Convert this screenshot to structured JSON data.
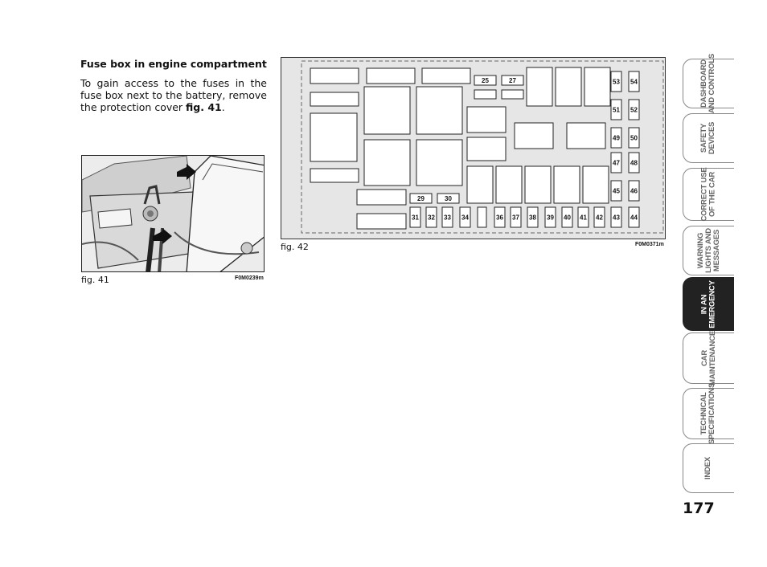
{
  "section": {
    "heading": "Fuse box in engine compartment",
    "text_before": "To gain access to the fuses in the fuse box next to the battery, remove the protection cover ",
    "text_ref": "fig. 41",
    "text_after": "."
  },
  "figure41": {
    "label": "fig. 41",
    "code": "F0M0239m"
  },
  "figure42": {
    "label": "fig. 42",
    "code": "F0M0371m",
    "fuse_numbers": {
      "top_pair": [
        "25",
        "27"
      ],
      "mid_pair": [
        "29",
        "30"
      ],
      "bottom_row": [
        "31",
        "32",
        "33",
        "34",
        "36",
        "37",
        "38",
        "39",
        "40",
        "41",
        "42",
        "43",
        "44"
      ],
      "right_col_a": [
        "53",
        "51",
        "49",
        "47",
        "45"
      ],
      "right_col_b": [
        "54",
        "52",
        "50",
        "48",
        "46"
      ]
    }
  },
  "side_tabs": [
    {
      "label": "DASHBOARD\nAND CONTROLS",
      "active": false
    },
    {
      "label": "SAFETY\nDEVICES",
      "active": false
    },
    {
      "label": "CORRECT USE\nOF THE CAR",
      "active": false
    },
    {
      "label": "WARNING\nLIGHTS AND\nMESSAGES",
      "active": false
    },
    {
      "label": "IN AN\nEMERGENCY",
      "active": true
    },
    {
      "label": "CAR\nMAINTENANCE",
      "active": false
    },
    {
      "label": "TECHNICAL\nSPECIFICATIONS",
      "active": false
    },
    {
      "label": "INDEX",
      "active": false
    }
  ],
  "page_number": "177"
}
